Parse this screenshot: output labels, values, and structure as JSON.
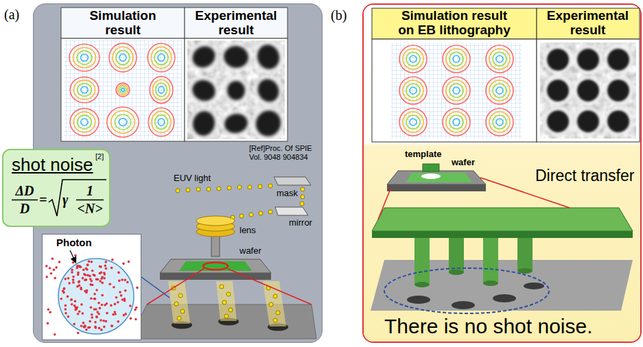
{
  "diagram": {
    "nodes": [
      {
        "text": [
          "(a)"
        ]
      },
      {
        "text": [
          "shot noise",
          "[2]",
          "ΔD",
          "D",
          "=",
          "γ",
          "1",
          "<N>"
        ],
        "in": 0
      },
      {
        "text": [
          "Photon"
        ],
        "in": 0
      },
      {
        "text": [
          "(b)"
        ]
      }
    ],
    "labels": [
      "Simulation result",
      "Experimental result",
      "[Ref]Proc. Of SPIE Vol. 9048 904834",
      "EUV light",
      "mask",
      "mirror",
      "lens",
      "wafer",
      "Simulation result on EB lithography",
      "Experimental result",
      "template",
      "wafer",
      "Direct transfer",
      "There is no shot noise."
    ]
  }
}
